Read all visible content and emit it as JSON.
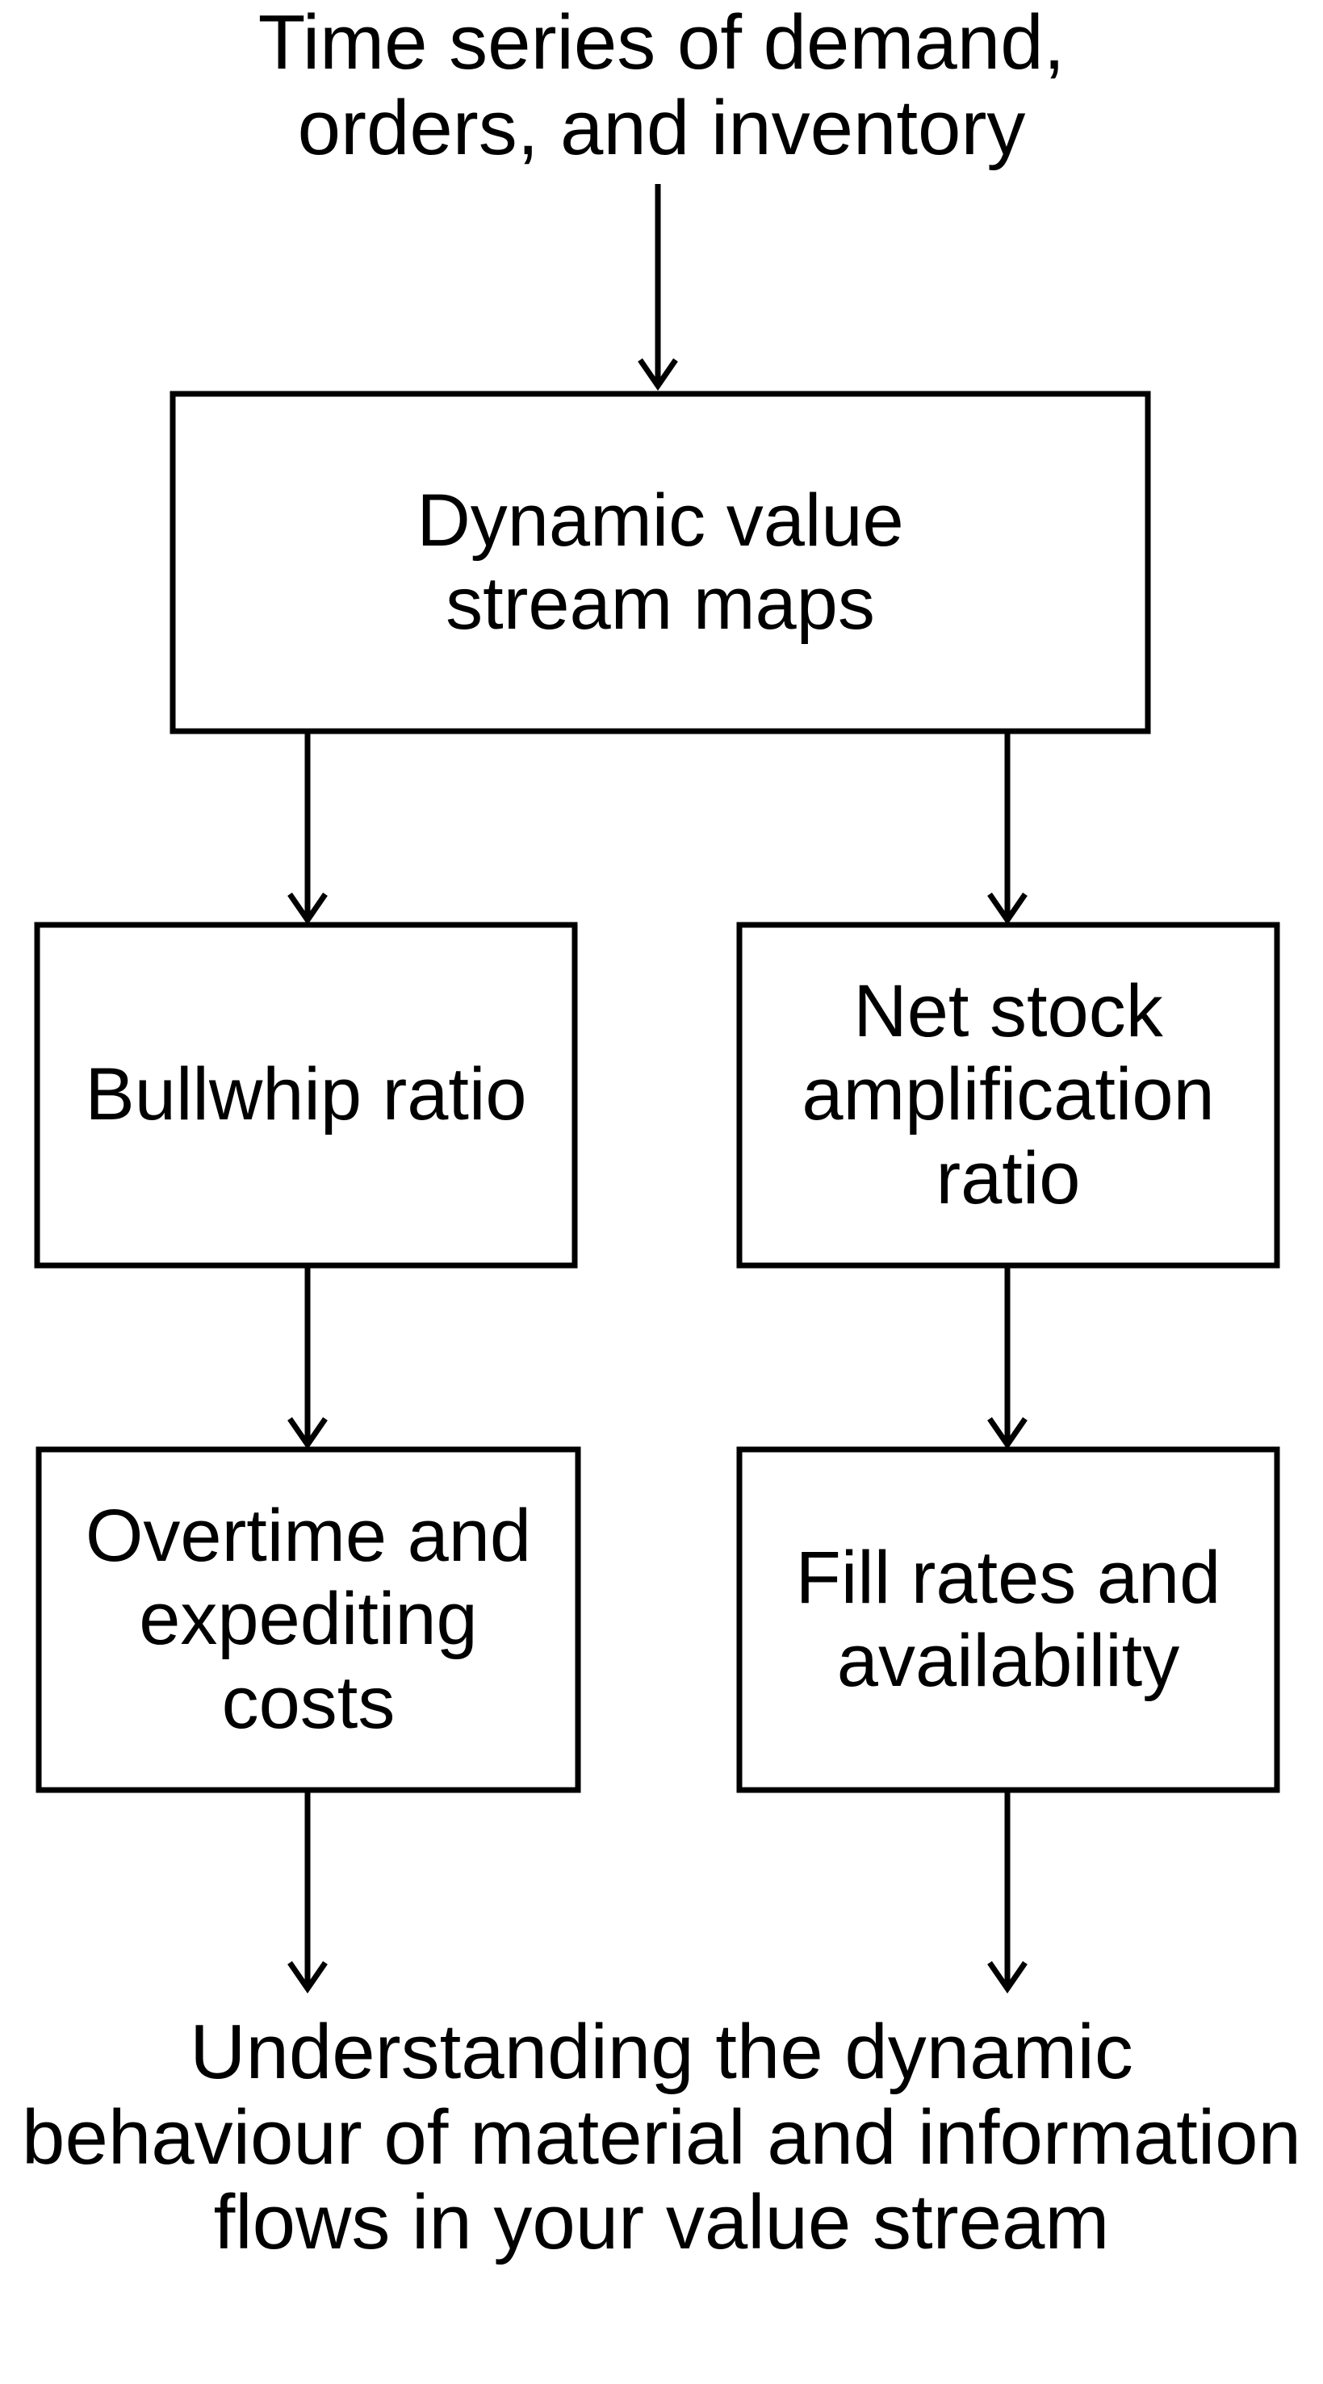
{
  "diagram": {
    "input_label": [
      "Time series of demand,",
      "orders, and inventory"
    ],
    "nodes": {
      "dvsm": [
        "Dynamic value",
        "stream maps"
      ],
      "bullwhip": [
        "Bullwhip ratio"
      ],
      "nsamp": [
        "Net stock",
        "amplification",
        "ratio"
      ],
      "overtime": [
        "Overtime and",
        "expediting",
        "costs"
      ],
      "fillrates": [
        "Fill rates and",
        "availability"
      ]
    },
    "output_label": [
      "Understanding the dynamic",
      "behaviour of material and information",
      "flows in your value stream"
    ]
  }
}
